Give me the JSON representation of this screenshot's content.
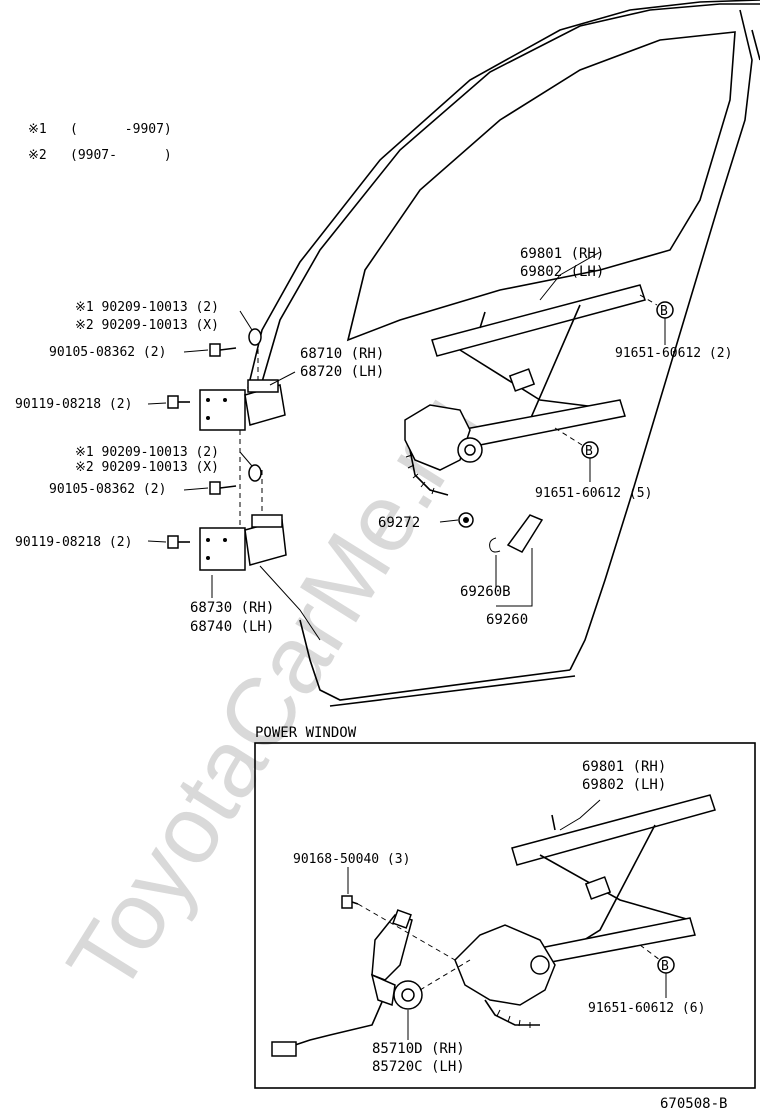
{
  "notes": {
    "n1_mark": "※1",
    "n1_range": "(      -9907)",
    "n2_mark": "※2",
    "n2_range": "(9907-      )"
  },
  "upper_labels": {
    "regulator_rh": "69801 (RH)",
    "regulator_lh": "69802 (LH)",
    "bolt_top": "91651-60612 (2)",
    "bolt_mid": "91651-60612 (5)",
    "washer_top_1": "※1 90209-10013 (2)",
    "washer_top_2": "※2 90209-10013 (X)",
    "screw_top": "90105-08362 (2)",
    "hinge_upper_rh": "68710 (RH)",
    "hinge_upper_lh": "68720 (LH)",
    "bolt_hinge_top": "90119-08218 (2)",
    "washer_low_1": "※1 90209-10013 (2)",
    "washer_low_2": "※2 90209-10013 (X)",
    "screw_low": "90105-08362 (2)",
    "washer_69272": "69272",
    "handle_69260b": "69260B",
    "handle_69260": "69260",
    "bolt_hinge_low": "90119-08218 (2)",
    "hinge_lower_rh": "68730 (RH)",
    "hinge_lower_lh": "68740 (LH)",
    "b_marker": "B"
  },
  "power_window": {
    "title": "POWER WINDOW",
    "regulator_rh": "69801 (RH)",
    "regulator_lh": "69802 (LH)",
    "screw": "90168-50040 (3)",
    "bolt": "91651-60612 (6)",
    "motor_rh": "85710D (RH)",
    "motor_lh": "85720C (LH)",
    "b_marker": "B"
  },
  "figure_code": "670508-B",
  "watermark": "ToyotaCarMe.ru"
}
